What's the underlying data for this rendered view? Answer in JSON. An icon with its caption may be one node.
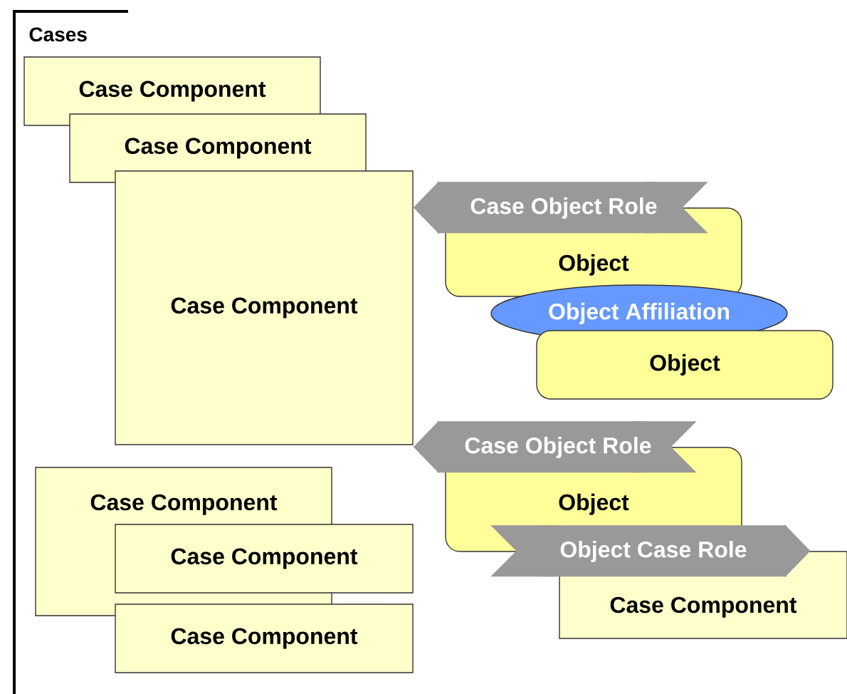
{
  "diagram": {
    "title": "Cases",
    "nodes": [
      {
        "text": [
          "Case Component"
        ]
      },
      {
        "text": [
          "Case Component"
        ]
      },
      {
        "text": [
          "Case Component"
        ]
      },
      {
        "text": [
          "Object"
        ]
      },
      {
        "text": [
          "Object Affiliation"
        ]
      },
      {
        "text": [
          "Object"
        ]
      },
      {
        "text": [
          "Object"
        ]
      },
      {
        "text": [
          "Case Component"
        ]
      },
      {
        "text": [
          "Case Component"
        ]
      },
      {
        "text": [
          "Case Component"
        ]
      },
      {
        "text": [
          "Case Component"
        ]
      }
    ],
    "edges": [
      {
        "from": 3,
        "to": 2,
        "arrow": "to",
        "label": "Case Object Role"
      },
      {
        "from": 6,
        "to": 2,
        "arrow": "to",
        "label": "Case Object Role"
      },
      {
        "from": 6,
        "to": 10,
        "arrow": "to",
        "label": "Object Case Role"
      }
    ]
  }
}
